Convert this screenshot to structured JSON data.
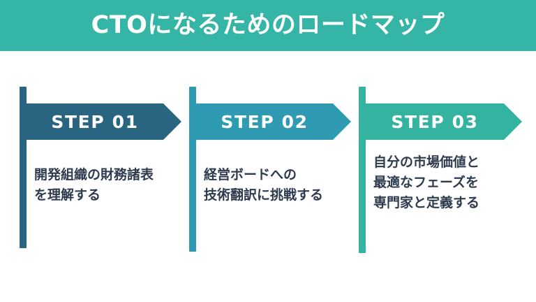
{
  "header": {
    "title": "CTOになるためのロードマップ",
    "background_color": "#35b5a6",
    "text_color": "#ffffff"
  },
  "page": {
    "background_color": "#ffffff",
    "body_text_color": "#2e3b4e"
  },
  "steps": [
    {
      "label": "STEP 01",
      "color": "#296480",
      "lines": [
        "開発組織の財務諸表",
        "を理解する"
      ]
    },
    {
      "label": "STEP 02",
      "color": "#2f9bb3",
      "lines": [
        "経営ボードへの",
        "技術翻訳に挑戦する"
      ]
    },
    {
      "label": "STEP 03",
      "color": "#34b3a0",
      "lines": [
        "自分の市場価値と",
        "最適なフェーズを",
        "専門家と定義する"
      ]
    }
  ]
}
